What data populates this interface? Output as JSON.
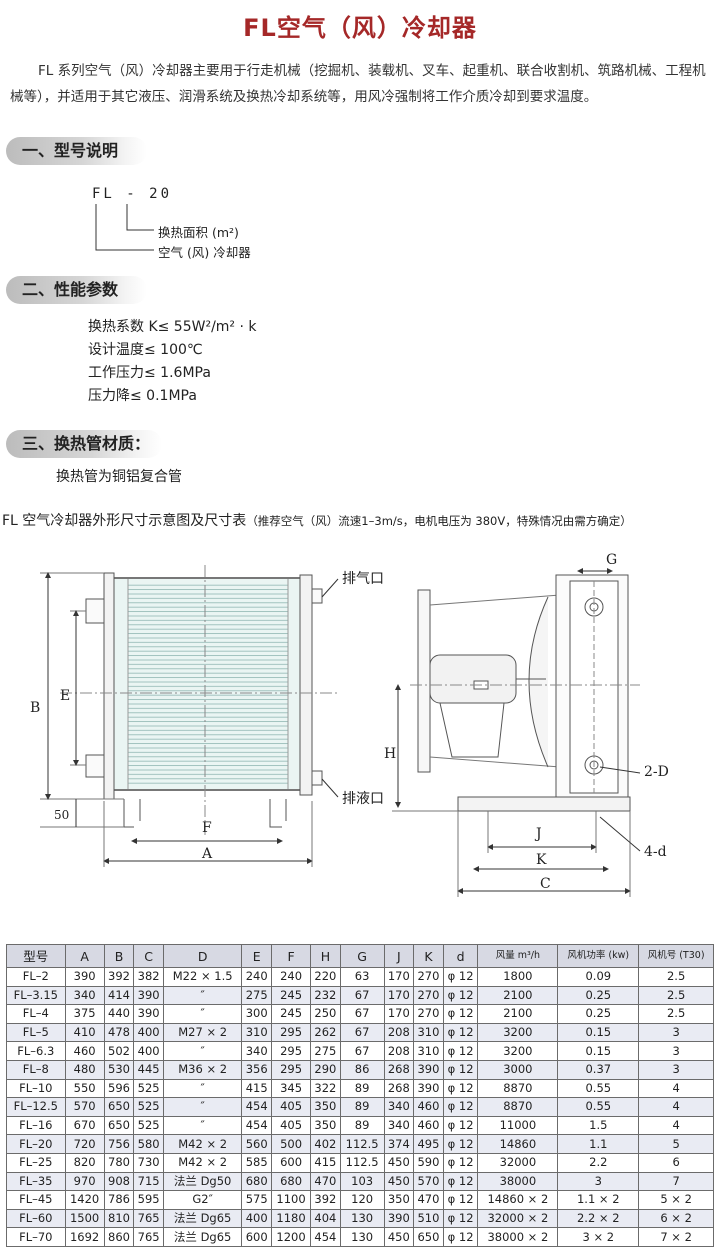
{
  "title": "FL空气（风）冷却器",
  "intro": "FL 系列空气（风）冷却器主要用于行走机械（挖掘机、装载机、叉车、起重机、联合收割机、筑路机械、工程机械等），并适用于其它液压、润滑系统及换热冷却系统等，用风冷强制将工作介质冷却到要求温度。",
  "sections": {
    "model": "一、型号说明",
    "performance": "二、性能参数",
    "material": "三、换热管材质："
  },
  "model_code": "FL - 20",
  "model_leads": {
    "area": "换热面积 (m²)",
    "type": "空气 (风) 冷却器"
  },
  "params": [
    "换热系数 K≤ 55W²/m² · k",
    "设计温度≤ 100℃",
    "工作压力≤ 1.6MPa",
    "压力降≤ 0.1MPa"
  ],
  "material_text": "换热管为铜铝复合管",
  "dim_title": "FL 空气冷却器外形尺寸示意图及尺寸表",
  "dim_subtitle": "（推荐空气（风）流速1–3m/s，电机电压为 380V，特殊情况由需方确定）",
  "drawing_labels": {
    "vent": "排气口",
    "drain": "排液口",
    "A": "A",
    "B": "B",
    "C": "C",
    "E": "E",
    "F": "F",
    "G": "G",
    "H": "H",
    "J": "J",
    "K": "K",
    "n50": "50",
    "2D": "2-D",
    "4d": "4-d"
  },
  "table": {
    "headers": [
      "型号",
      "A",
      "B",
      "C",
      "D",
      "E",
      "F",
      "H",
      "G",
      "J",
      "K",
      "d",
      "风量 m³/h",
      "风机功率 (kw)",
      "风机号 (T30)"
    ],
    "rows": [
      [
        "FL–2",
        "390",
        "392",
        "382",
        "M22 × 1.5",
        "240",
        "240",
        "220",
        "63",
        "170",
        "270",
        "φ 12",
        "1800",
        "0.09",
        "2.5"
      ],
      [
        "FL–3.15",
        "340",
        "414",
        "390",
        "″",
        "275",
        "245",
        "232",
        "67",
        "170",
        "270",
        "φ 12",
        "2100",
        "0.25",
        "2.5"
      ],
      [
        "FL–4",
        "375",
        "440",
        "390",
        "″",
        "300",
        "245",
        "250",
        "67",
        "170",
        "270",
        "φ 12",
        "2100",
        "0.25",
        "2.5"
      ],
      [
        "FL–5",
        "410",
        "478",
        "400",
        "M27 × 2",
        "310",
        "295",
        "262",
        "67",
        "208",
        "310",
        "φ 12",
        "3200",
        "0.15",
        "3"
      ],
      [
        "FL–6.3",
        "460",
        "502",
        "400",
        "″",
        "340",
        "295",
        "275",
        "67",
        "208",
        "310",
        "φ 12",
        "3200",
        "0.15",
        "3"
      ],
      [
        "FL–8",
        "480",
        "530",
        "445",
        "M36 × 2",
        "356",
        "295",
        "290",
        "86",
        "268",
        "390",
        "φ 12",
        "3000",
        "0.37",
        "3"
      ],
      [
        "FL–10",
        "550",
        "596",
        "525",
        "″",
        "415",
        "345",
        "322",
        "89",
        "268",
        "390",
        "φ 12",
        "8870",
        "0.55",
        "4"
      ],
      [
        "FL–12.5",
        "570",
        "650",
        "525",
        "″",
        "454",
        "405",
        "350",
        "89",
        "340",
        "460",
        "φ 12",
        "8870",
        "0.55",
        "4"
      ],
      [
        "FL–16",
        "670",
        "650",
        "525",
        "″",
        "454",
        "405",
        "350",
        "89",
        "340",
        "460",
        "φ 12",
        "11000",
        "1.5",
        "4"
      ],
      [
        "FL–20",
        "720",
        "756",
        "580",
        "M42 × 2",
        "560",
        "500",
        "402",
        "112.5",
        "374",
        "495",
        "φ 12",
        "14860",
        "1.1",
        "5"
      ],
      [
        "FL–25",
        "820",
        "780",
        "730",
        "M42 × 2",
        "585",
        "600",
        "415",
        "112.5",
        "450",
        "590",
        "φ 12",
        "32000",
        "2.2",
        "6"
      ],
      [
        "FL–35",
        "970",
        "908",
        "715",
        "法兰 Dg50",
        "680",
        "680",
        "470",
        "103",
        "450",
        "570",
        "φ 12",
        "38000",
        "3",
        "7"
      ],
      [
        "FL–45",
        "1420",
        "786",
        "595",
        "G2″",
        "575",
        "1100",
        "392",
        "120",
        "350",
        "470",
        "φ 12",
        "14860 × 2",
        "1.1 × 2",
        "5 × 2"
      ],
      [
        "FL–60",
        "1500",
        "810",
        "765",
        "法兰 Dg65",
        "400",
        "1180",
        "404",
        "130",
        "390",
        "510",
        "φ 12",
        "32000 × 2",
        "2.2 × 2",
        "6 × 2"
      ],
      [
        "FL–70",
        "1692",
        "860",
        "765",
        "法兰 Dg65",
        "600",
        "1200",
        "454",
        "130",
        "450",
        "650",
        "φ 12",
        "38000 × 2",
        "3 × 2",
        "7 × 2"
      ]
    ]
  }
}
